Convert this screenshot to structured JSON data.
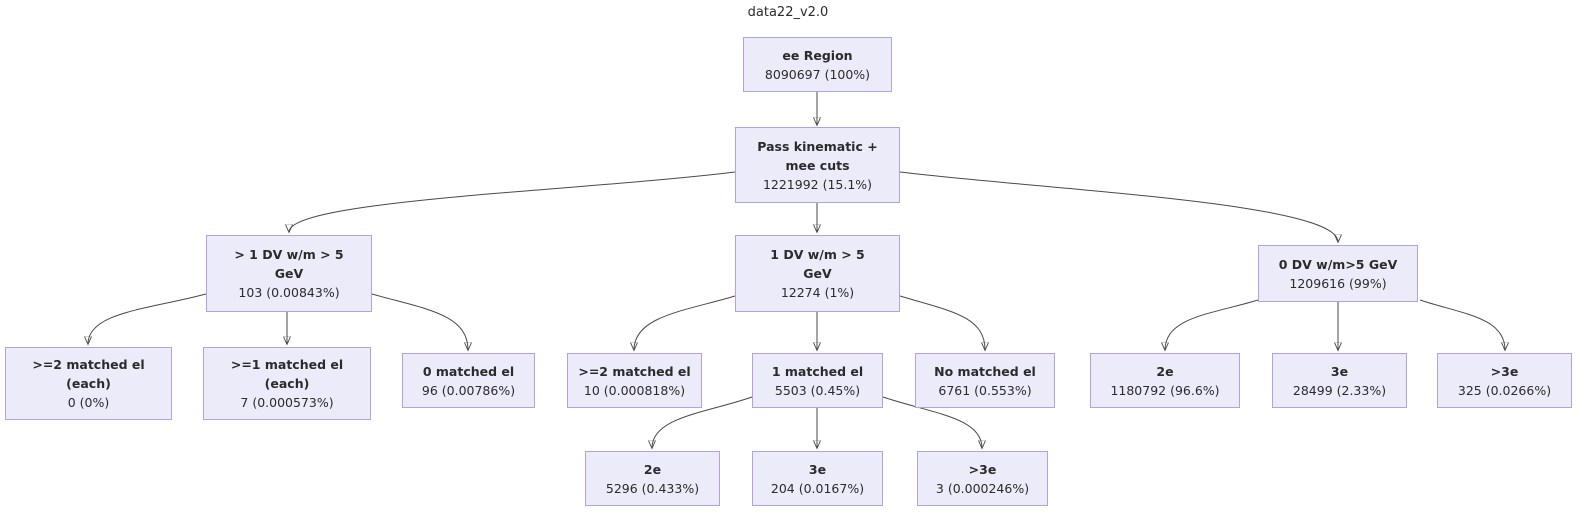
{
  "title": "data22_v2.0",
  "diagram": {
    "type": "flowchart-cutflow-tree",
    "colors": {
      "node_fill": "#ECEBFA",
      "node_border": "#B3A2DE",
      "edge": "#4a4a4a",
      "text": "#2b2b2b"
    },
    "nodes": {
      "ee_region": {
        "label": "ee Region",
        "count": "8090697 (100%)"
      },
      "pass_kinematic": {
        "label": "Pass kinematic +\nmee cuts",
        "count": "1221992 (15.1%)"
      },
      "gt1_dv": {
        "label": "> 1 DV w/m > 5\nGeV",
        "count": "103 (0.00843%)"
      },
      "one_dv": {
        "label": "1 DV w/m > 5\nGeV",
        "count": "12274 (1%)"
      },
      "zero_dv": {
        "label": "0 DV w/m>5 GeV",
        "count": "1209616 (99%)"
      },
      "ge2_matched_each": {
        "label": ">=2 matched el\n(each)",
        "count": "0 (0%)"
      },
      "ge1_matched_each": {
        "label": ">=1 matched el\n(each)",
        "count": "7 (0.000573%)"
      },
      "zero_matched": {
        "label": "0 matched el",
        "count": "96 (0.00786%)"
      },
      "ge2_matched": {
        "label": ">=2 matched el",
        "count": "10 (0.000818%)"
      },
      "one_matched": {
        "label": "1 matched el",
        "count": "5503 (0.45%)"
      },
      "no_matched": {
        "label": "No matched el",
        "count": "6761 (0.553%)"
      },
      "dv0_2e": {
        "label": "2e",
        "count": "1180792 (96.6%)"
      },
      "dv0_3e": {
        "label": "3e",
        "count": "28499 (2.33%)"
      },
      "dv0_gt3e": {
        "label": ">3e",
        "count": "325 (0.0266%)"
      },
      "m1_2e": {
        "label": "2e",
        "count": "5296 (0.433%)"
      },
      "m1_3e": {
        "label": "3e",
        "count": "204 (0.0167%)"
      },
      "m1_gt3e": {
        "label": ">3e",
        "count": "3 (0.000246%)"
      }
    },
    "edges": [
      "ee_region->pass_kinematic",
      "pass_kinematic->gt1_dv",
      "pass_kinematic->one_dv",
      "pass_kinematic->zero_dv",
      "gt1_dv->ge2_matched_each",
      "gt1_dv->ge1_matched_each",
      "gt1_dv->zero_matched",
      "one_dv->ge2_matched",
      "one_dv->one_matched",
      "one_dv->no_matched",
      "one_matched->m1_2e",
      "one_matched->m1_3e",
      "one_matched->m1_gt3e",
      "zero_dv->dv0_2e",
      "zero_dv->dv0_3e",
      "zero_dv->dv0_gt3e"
    ]
  }
}
